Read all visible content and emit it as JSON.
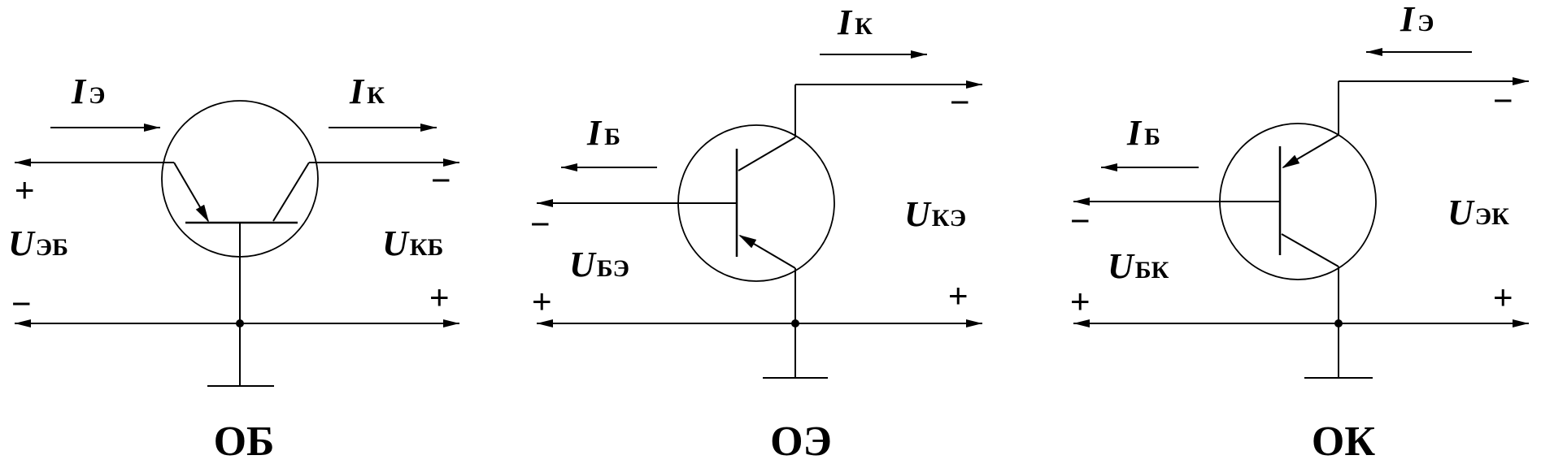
{
  "colors": {
    "ink": "#000000",
    "background": "#ffffff"
  },
  "circuits": [
    {
      "caption": "ОБ",
      "currents": [
        {
          "symbol": "I",
          "subscript": "Э"
        },
        {
          "symbol": "I",
          "subscript": "К"
        }
      ],
      "voltages": [
        {
          "symbol": "U",
          "subscript": "ЭБ"
        },
        {
          "symbol": "U",
          "subscript": "КБ"
        }
      ],
      "signs": {
        "input_top": "+",
        "input_bottom": "−",
        "output_top": "−",
        "output_bottom": "+"
      }
    },
    {
      "caption": "ОЭ",
      "currents": [
        {
          "symbol": "I",
          "subscript": "Б"
        },
        {
          "symbol": "I",
          "subscript": "К"
        }
      ],
      "voltages": [
        {
          "symbol": "U",
          "subscript": "БЭ"
        },
        {
          "symbol": "U",
          "subscript": "КЭ"
        }
      ],
      "signs": {
        "input_top": "−",
        "input_bottom": "+",
        "output_top": "−",
        "output_bottom": "+"
      }
    },
    {
      "caption": "ОК",
      "currents": [
        {
          "symbol": "I",
          "subscript": "Б"
        },
        {
          "symbol": "I",
          "subscript": "Э"
        }
      ],
      "voltages": [
        {
          "symbol": "U",
          "subscript": "БК"
        },
        {
          "symbol": "U",
          "subscript": "ЭК"
        }
      ],
      "signs": {
        "input_top": "−",
        "input_bottom": "+",
        "output_top": "−",
        "output_bottom": "+"
      }
    }
  ]
}
